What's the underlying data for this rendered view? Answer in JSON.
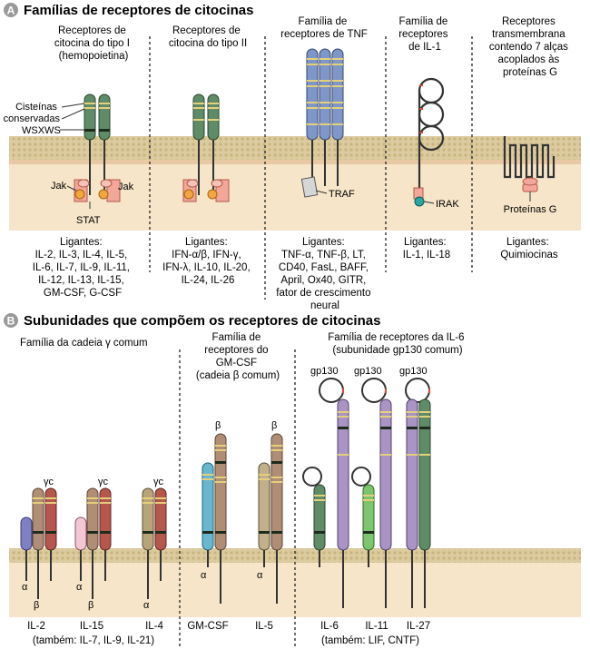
{
  "colors": {
    "panel_letter_bg": "#9a9a9a",
    "membrane_top": "#d8c79a",
    "membrane_body": "#f1d9b8",
    "cytoplasm": "#f6e5c9",
    "green_chain": "#5f8c67",
    "blue_chain": "#7f96c8",
    "brown_chain": "#b08d75",
    "red_chain": "#b5574c",
    "cyan_chain": "#67b8cf",
    "purple_chain": "#a994c4",
    "band_yellow": "#e5d07a",
    "band_dark": "#1e2b1c",
    "jak_orange": "#f2a640",
    "stat_pink": "#f2a79a",
    "irak_teal": "#2ba6a4"
  },
  "section_a": {
    "letter": "A",
    "title": "Famílias de receptores de citocinas",
    "families": [
      {
        "title_lines": [
          "Receptores de",
          "citocina do tipo I",
          "(hemopoietina)"
        ],
        "ligands_title": "Ligantes:",
        "ligand_lines": [
          "IL-2, IL-3, IL-4, IL-5,",
          "IL-6, IL-7, IL-9, IL-11,",
          "IL-12, IL-13, IL-15,",
          "GM-CSF, G-CSF"
        ]
      },
      {
        "title_lines": [
          "Receptores de",
          "citocina do tipo II"
        ],
        "ligands_title": "Ligantes:",
        "ligand_lines": [
          "IFN-α/β, IFN-γ,",
          "IFN-λ, IL-10, IL-20,",
          "IL-24, IL-26"
        ]
      },
      {
        "title_lines": [
          "Família de",
          "receptores de TNF"
        ],
        "ligands_title": "Ligantes:",
        "ligand_lines": [
          "TNF-α, TNF-β, LT,",
          "CD40, FasL, BAFF,",
          "April, Ox40, GITR,",
          "fator de crescimento",
          "neural"
        ]
      },
      {
        "title_lines": [
          "Família de",
          "receptores",
          "de IL-1"
        ],
        "ligands_title": "Ligantes:",
        "ligand_lines": [
          "IL-1, IL-18"
        ]
      },
      {
        "title_lines": [
          "Receptores",
          "transmembrana",
          "contendo 7 alças",
          "acoplados às",
          "proteínas G"
        ],
        "ligands_title": "Ligantes:",
        "ligand_lines": [
          "Quimiocinas"
        ]
      }
    ],
    "annotations": {
      "cysteines_lines": [
        "Cisteínas",
        "conservadas"
      ],
      "wsxws": "WSXWS",
      "jak_left": "Jak",
      "jak_right": "Jak",
      "stat": "STAT",
      "traf": "TRAF",
      "irak": "IRAK",
      "g_proteins": "Proteínas G"
    }
  },
  "section_b": {
    "letter": "B",
    "title": "Subunidades que compõem os receptores de citocinas",
    "group_titles": {
      "gamma": [
        "Família da cadeia γ comum"
      ],
      "beta": [
        "Família de",
        "receptores do",
        "GM-CSF",
        "(cadeia β comum)"
      ],
      "il6": [
        "Família de receptores da IL-6",
        "(subunidade gp130 comum)"
      ]
    },
    "chain_labels": {
      "gamma_c": "γc",
      "alpha": "α",
      "beta": "β",
      "gp130": "gp130"
    },
    "receptors": [
      "IL-2",
      "IL-15",
      "IL-4",
      "GM-CSF",
      "IL-5",
      "IL-6",
      "IL-11",
      "IL-27"
    ],
    "also_gamma": "(também: IL-7, IL-9, IL-21)",
    "also_il6": "(também: LIF, CNTF)"
  }
}
